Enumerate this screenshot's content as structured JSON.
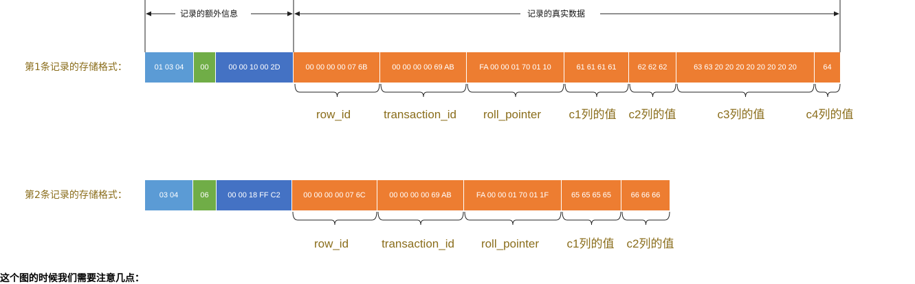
{
  "header": {
    "extra_info_label": "记录的额外信息",
    "real_data_label": "记录的真实数据"
  },
  "colors": {
    "var_length_list": "#5b9bd5",
    "null_list": "#70ad47",
    "record_header": "#4472c4",
    "data": "#ed7d31",
    "label_text": "#8a6d1b"
  },
  "records": [
    {
      "label": "第1条记录的存储格式：",
      "cells": [
        {
          "text": "01 03 04",
          "kind": "var_length_list"
        },
        {
          "text": "00",
          "kind": "null_list"
        },
        {
          "text": "00 00 10 00 2D",
          "kind": "record_header"
        },
        {
          "text": "00 00 00 00 07 6B",
          "kind": "data"
        },
        {
          "text": "00 00 00 00 69 AB",
          "kind": "data"
        },
        {
          "text": "FA 00 00 01 70 01 10",
          "kind": "data"
        },
        {
          "text": "61 61 61 61",
          "kind": "data"
        },
        {
          "text": "62 62 62",
          "kind": "data"
        },
        {
          "text": "63 63 20 20 20 20 20 20 20 20",
          "kind": "data"
        },
        {
          "text": "64",
          "kind": "data"
        }
      ],
      "fields": [
        "row_id",
        "transaction_id",
        "roll_pointer",
        "c1列的值",
        "c2列的值",
        "c3列的值",
        "c4列的值"
      ]
    },
    {
      "label": "第2条记录的存储格式：",
      "cells": [
        {
          "text": "03 04",
          "kind": "var_length_list"
        },
        {
          "text": "06",
          "kind": "null_list"
        },
        {
          "text": "00 00 18 FF C2",
          "kind": "record_header"
        },
        {
          "text": "00 00 00 00 07 6C",
          "kind": "data"
        },
        {
          "text": "00 00 00 00 69 AB",
          "kind": "data"
        },
        {
          "text": "FA 00 00 01 70 01 1F",
          "kind": "data"
        },
        {
          "text": "65 65 65 65",
          "kind": "data"
        },
        {
          "text": "66 66 66",
          "kind": "data"
        }
      ],
      "fields": [
        "row_id",
        "transaction_id",
        "roll_pointer",
        "c1列的值",
        "c2列的值"
      ]
    }
  ],
  "caption": "这个图的时候我们需要注意几点："
}
